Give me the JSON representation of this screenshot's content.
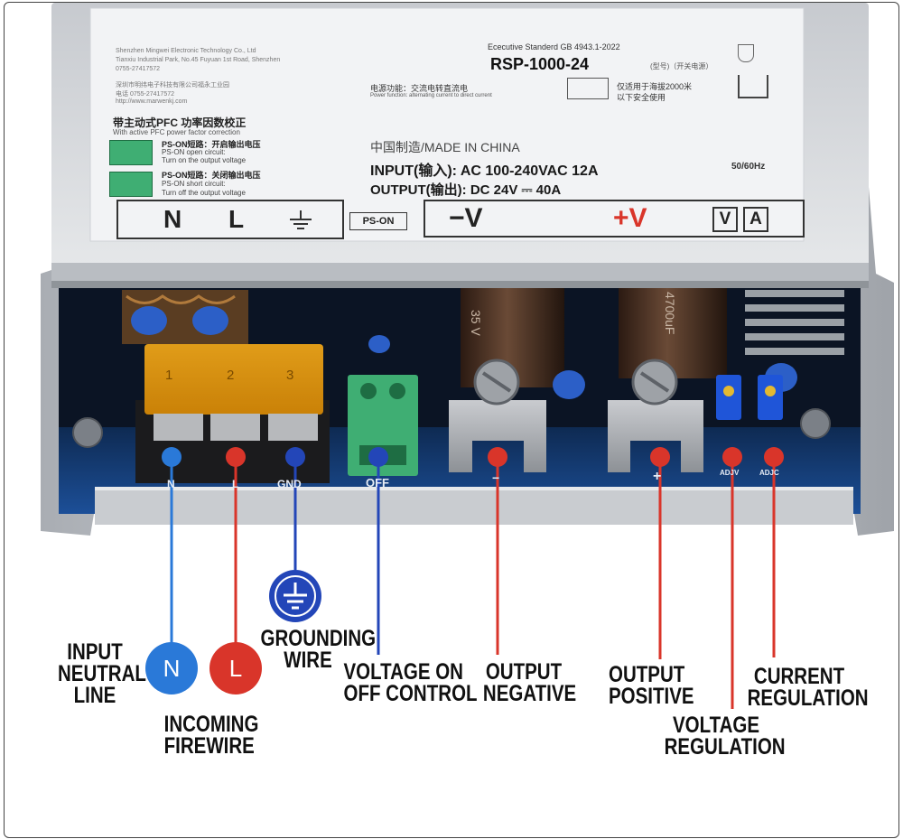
{
  "product_label": {
    "company_line1": "Shenzhen Mingwei Electronic Technology Co., Ltd",
    "company_line2": "Tianxiu Industrial Park, No.45 Fuyuan 1st Road,  Shenzhen",
    "company_line3": "0755-27417572",
    "chinese_line1": "深圳市明纬电子科技有限公司福永工业园",
    "chinese_line2": "电话  0755-27417572",
    "chinese_line3": "http://www.marwenkj.com",
    "standard": "Ececutive Standerd GB 4943.1-2022",
    "model": "RSP-1000-24",
    "model_suffix": "(型号)（开关电源）",
    "function_cn": "电源功能：交流电转直流电",
    "function_en": "Power function: alternating current to direct current",
    "altitude_cn1": "仅适用于海拔2000米",
    "altitude_cn2": "以下安全使用",
    "pfc_cn": "带主动式PFC 功率因数校正",
    "pfc_en": "With active PFC power factor correction",
    "pson_open_cn": "PS-ON短路：开启输出电压",
    "pson_open_en1": "PS-ON open circuit:",
    "pson_open_en2": "Turn on the output voltage",
    "pson_short_cn": "PS-ON短路：关闭输出电压",
    "pson_short_en1": "PS-ON short circuit:",
    "pson_short_en2": "Turn off the output voltage",
    "made_in": "中国制造/MADE IN CHINA",
    "input_spec": "INPUT(输入): AC 100-240VAC   12A",
    "input_freq": "50/60Hz",
    "output_spec": "OUTPUT(输出): DC 24V ⎓ 40A",
    "term_n": "N",
    "term_l": "L",
    "ps_on": "PS-ON",
    "neg_v": "−V",
    "pos_v": "+V",
    "box_v": "V",
    "box_a": "A"
  },
  "board": {
    "terminal_numbers": [
      "1",
      "2",
      "3"
    ],
    "silk_n": "N",
    "silk_l": "L",
    "silk_gnd": "GND",
    "silk_off": "OFF",
    "silk_minus": "−",
    "silk_plus": "+",
    "silk_adjv": "ADJV",
    "silk_adjc": "ADJC",
    "cap_text1": "35 V",
    "cap_text2": "4700uF"
  },
  "callouts": {
    "input_neutral": [
      "INPUT",
      "NEUTRAL",
      "LINE"
    ],
    "badge_n": "N",
    "badge_l": "L",
    "incoming_firewire": [
      "INCOMING",
      "FIREWIRE"
    ],
    "grounding_wire": [
      "GROUNDING",
      "WIRE"
    ],
    "voltage_on_off": [
      "VOLTAGE ON",
      "OFF CONTROL"
    ],
    "output_negative": [
      "OUTPUT",
      "NEGATIVE"
    ],
    "output_positive": [
      "OUTPUT",
      "POSITIVE"
    ],
    "current_regulation": [
      "CURRENT",
      "REGULATION"
    ],
    "voltage_regulation": [
      "VOLTAGE",
      "REGULATION"
    ]
  },
  "colors": {
    "blue_marker": "#2a79d8",
    "red_marker": "#d9352a",
    "navy_line": "#2346b8",
    "label_bg": "#f2f3f5"
  }
}
